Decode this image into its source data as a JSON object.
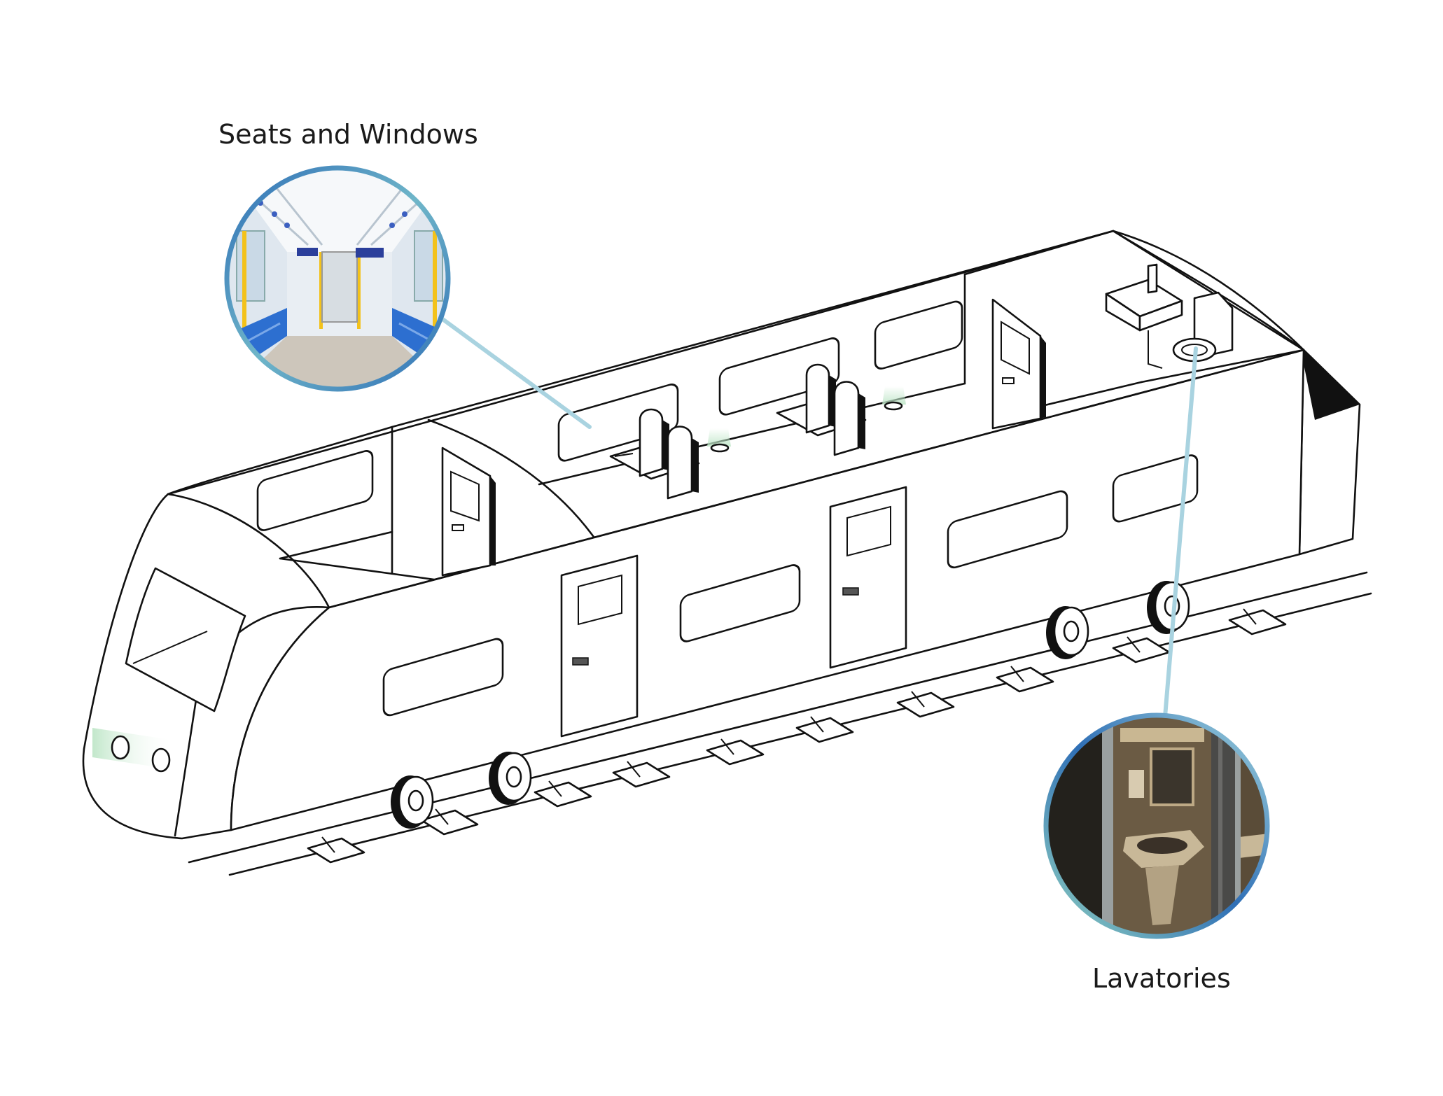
{
  "callouts": {
    "seats": {
      "label": "Seats and Windows",
      "photo_icon": "train-interior-photo"
    },
    "lavatories": {
      "label": "Lavatories",
      "photo_icon": "lavatory-photo"
    }
  },
  "colors": {
    "leader_line": "#a9d3e0",
    "ring_blue": "#2f6fb6",
    "ring_teal": "#8fd0c0",
    "headlight_glow": "#bfe6c8",
    "outline": "#111111"
  }
}
